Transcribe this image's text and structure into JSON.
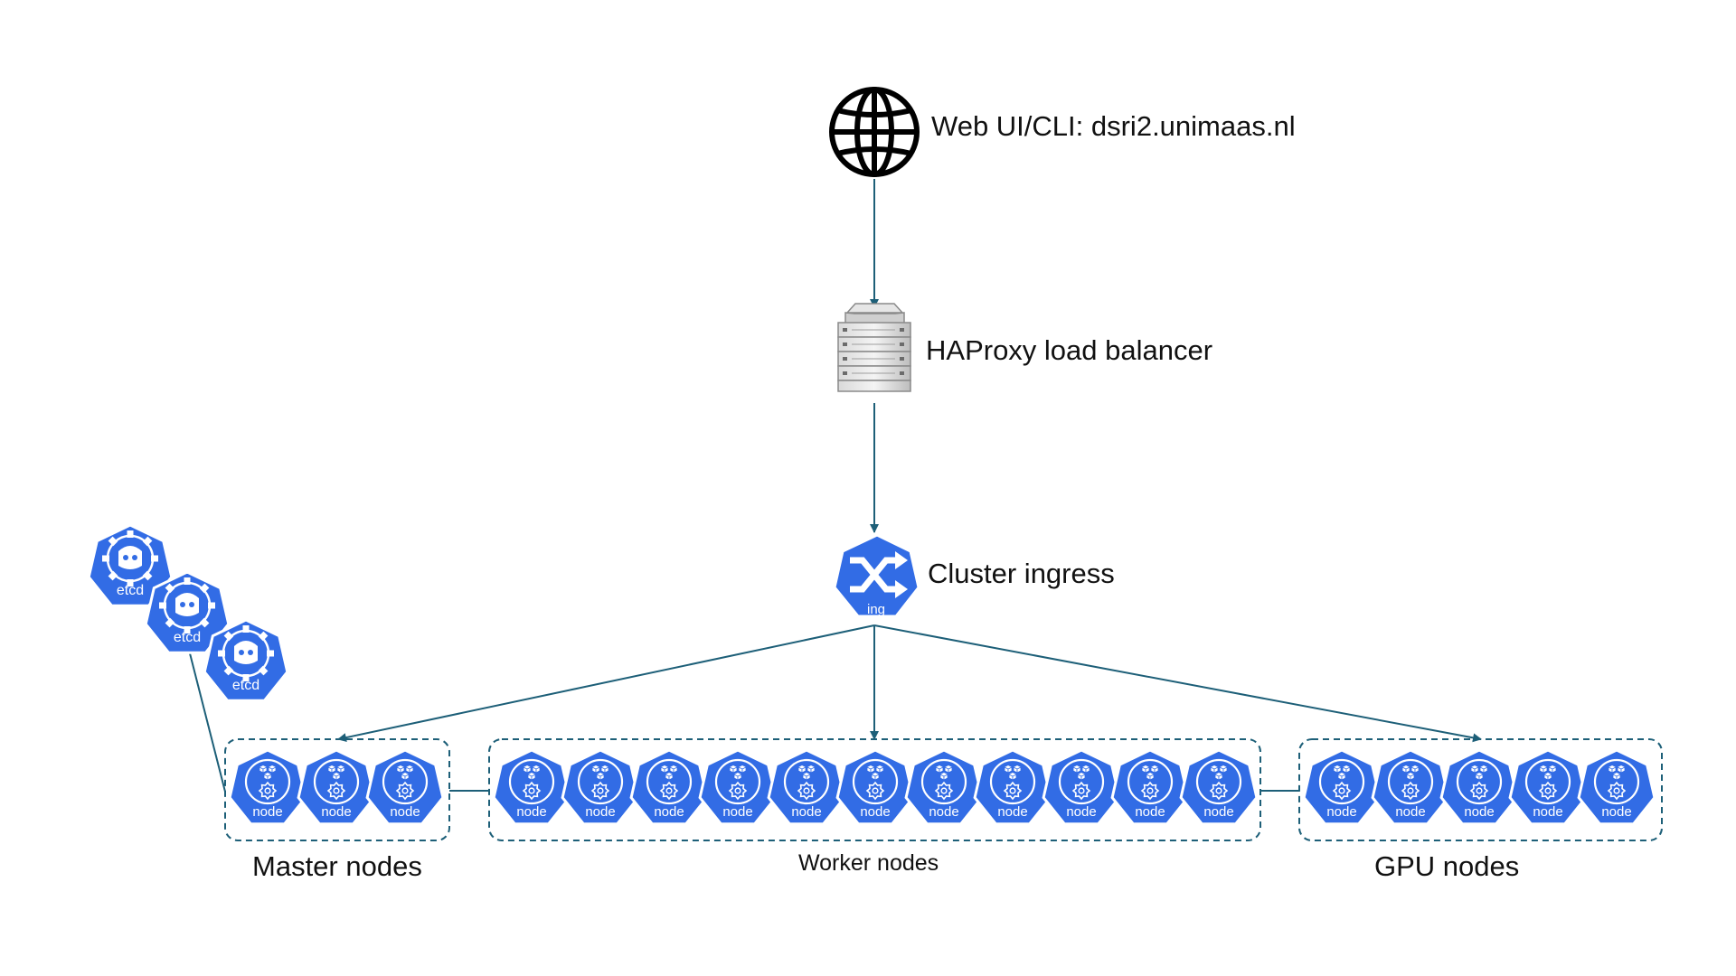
{
  "labels": {
    "web": "Web UI/CLI: dsri2.unimaas.nl",
    "haproxy": "HAProxy load balancer",
    "ingress": "Cluster ingress",
    "ingress_badge": "ing",
    "master_group": "Master nodes",
    "worker_group": "Worker nodes",
    "gpu_group": "GPU nodes",
    "node_badge": "node",
    "etcd_badge": "etcd"
  },
  "groups": {
    "etcd_count": 3,
    "master_count": 3,
    "worker_count": 11,
    "gpu_count": 5
  },
  "icons": [
    "globe-icon",
    "server-rack-icon",
    "ingress-shuffle-icon",
    "kubernetes-node-icon",
    "etcd-icon"
  ],
  "colors": {
    "k8s_blue": "#326ce5",
    "connector": "#1d5f78",
    "group_border": "#1d5f78",
    "text": "#111111"
  }
}
